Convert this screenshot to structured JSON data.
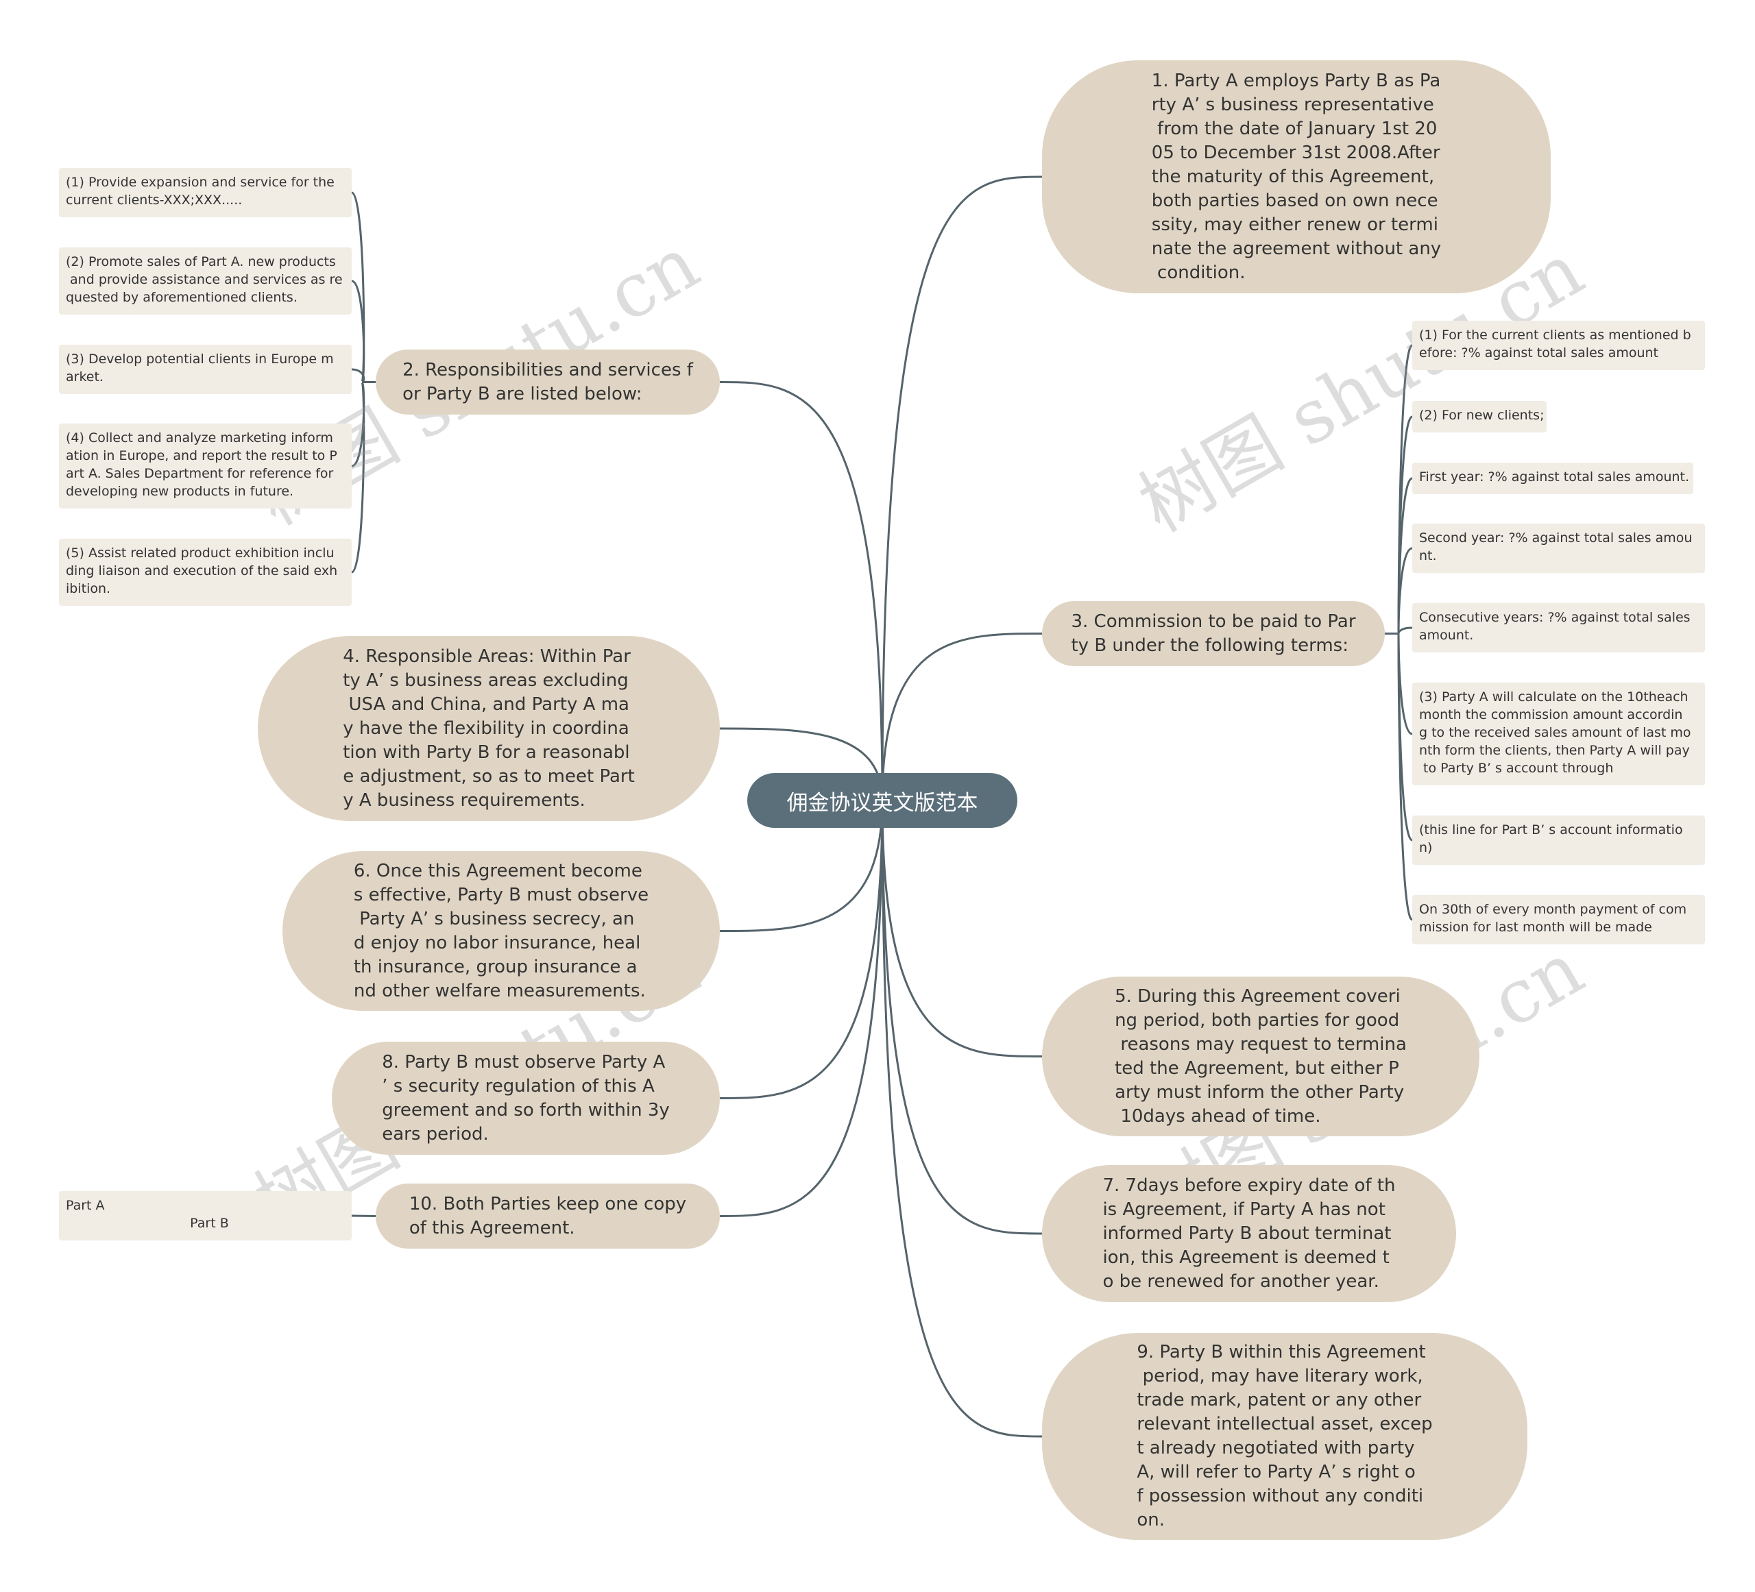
{
  "root": {
    "label": "佣金协议英文版范本"
  },
  "branches": {
    "b1": {
      "label": "1. Party A employs Party B as Pa\nrty A’ s business representative\n from the date of January 1st 20\n05 to December 31st 2008.After\nthe maturity of this Agreement,\nboth parties based on own nece\nssity, may either renew or termi\nnate the agreement without any\n condition."
    },
    "b2": {
      "label": "2. Responsibilities and services f\nor Party B are listed below:"
    },
    "b3": {
      "label": "3. Commission to be paid to Par\nty B under the following terms:"
    },
    "b4": {
      "label": "4. Responsible Areas: Within Par\nty A’ s business areas excluding\n USA and China, and Party A ma\ny have the flexibility in coordina\ntion with Party B for a reasonabl\ne adjustment, so as to meet Part\ny A business requirements."
    },
    "b5": {
      "label": "5. During this Agreement coveri\nng period, both parties for good\n reasons may request to termina\nted the Agreement, but either P\narty must inform the other Party\n 10days ahead of time."
    },
    "b6": {
      "label": "6. Once this Agreement become\ns effective, Party B must observe\n Party A’ s business secrecy, an\nd enjoy no labor insurance, heal\nth insurance, group insurance a\nnd other welfare measurements."
    },
    "b7": {
      "label": "7. 7days before expiry date of th\nis Agreement, if Party A has not\ninformed Party B about terminat\nion, this Agreement is deemed t\no be renewed for another year."
    },
    "b8": {
      "label": "8. Party B must observe Party A\n’ s security regulation of this A\ngreement and so forth within 3y\nears period."
    },
    "b9": {
      "label": "9. Party B within this Agreement\n period, may have literary work,\ntrade mark, patent or any other\nrelevant intellectual asset, excep\nt already negotiated with party\nA, will refer to Party A’ s right o\nf possession without any conditi\non."
    },
    "b10": {
      "label": "10. Both Parties keep one copy\nof this Agreement."
    }
  },
  "leaves": {
    "b2": [
      "(1) Provide expansion and service for the\ncurrent clients-XXX;XXX.....",
      "(2) Promote sales of Part A. new products\n and provide assistance and services as re\nquested by aforementioned clients.",
      "(3) Develop potential clients in Europe m\narket.",
      "(4) Collect and analyze marketing inform\nation in Europe, and report the result to P\nart A. Sales Department for reference for\ndeveloping new products in future.",
      "(5) Assist related product exhibition inclu\nding liaison and execution of the said exh\nibition."
    ],
    "b3": [
      "(1) For the current clients as mentioned b\nefore: ?% against total sales amount",
      "(2) For new clients;",
      "First year: ?% against total sales amount.",
      "Second year: ?% against total sales amou\nnt.",
      "Consecutive years: ?% against total sales\namount.",
      "(3) Party A will calculate on the 10theach\nmonth the commission amount accordin\ng to the received sales amount of last mo\nnth form the clients, then Party A will pay\n to Party B’ s account through",
      "(this line for Part B’ s account informatio\nn)",
      "On 30th of every month payment of com\nmission for last month will be made"
    ],
    "b10": [
      "Part A                                          \n                              Part B"
    ]
  },
  "watermark": "树图 shutu.cn",
  "colors": {
    "center_fill": "#5b6f7a",
    "branch_fill": "#e0d5c4",
    "leaf_fill": "#f1ece4",
    "link": "#55646b",
    "text": "#333333"
  }
}
